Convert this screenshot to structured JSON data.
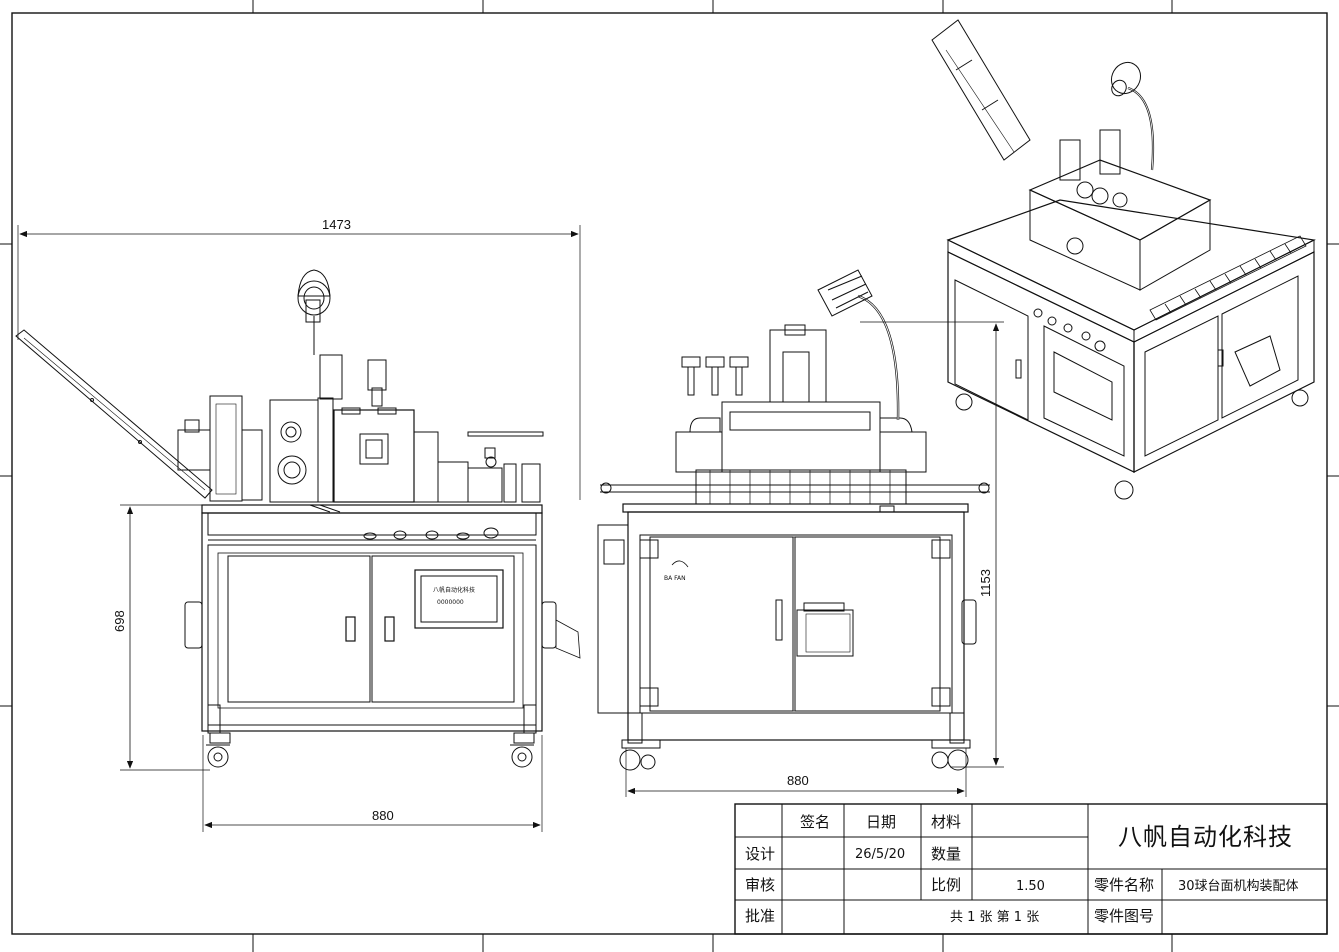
{
  "dimensions": {
    "front_width_top": "1473",
    "front_height": "698",
    "front_width_bottom": "880",
    "side_width_bottom": "880",
    "side_height": "1153"
  },
  "machine_labels": {
    "front_panel_title": "八帆自动化科技",
    "front_panel_sub": "0000000",
    "side_logo": "BA FAN"
  },
  "title_block": {
    "headers": {
      "signature": "签名",
      "date": "日期",
      "material": "材料"
    },
    "rows": {
      "design": "设计",
      "review": "审核",
      "approve": "批准",
      "design_date": "26/5/20",
      "quantity": "数量",
      "scale_label": "比例",
      "scale_value": "1.50",
      "sheets": "共 1 张   第 1 张",
      "part_name_label": "零件名称",
      "part_name_value": "30球台面机构装配体",
      "part_no_label": "零件图号"
    },
    "company": "八帆自动化科技"
  }
}
